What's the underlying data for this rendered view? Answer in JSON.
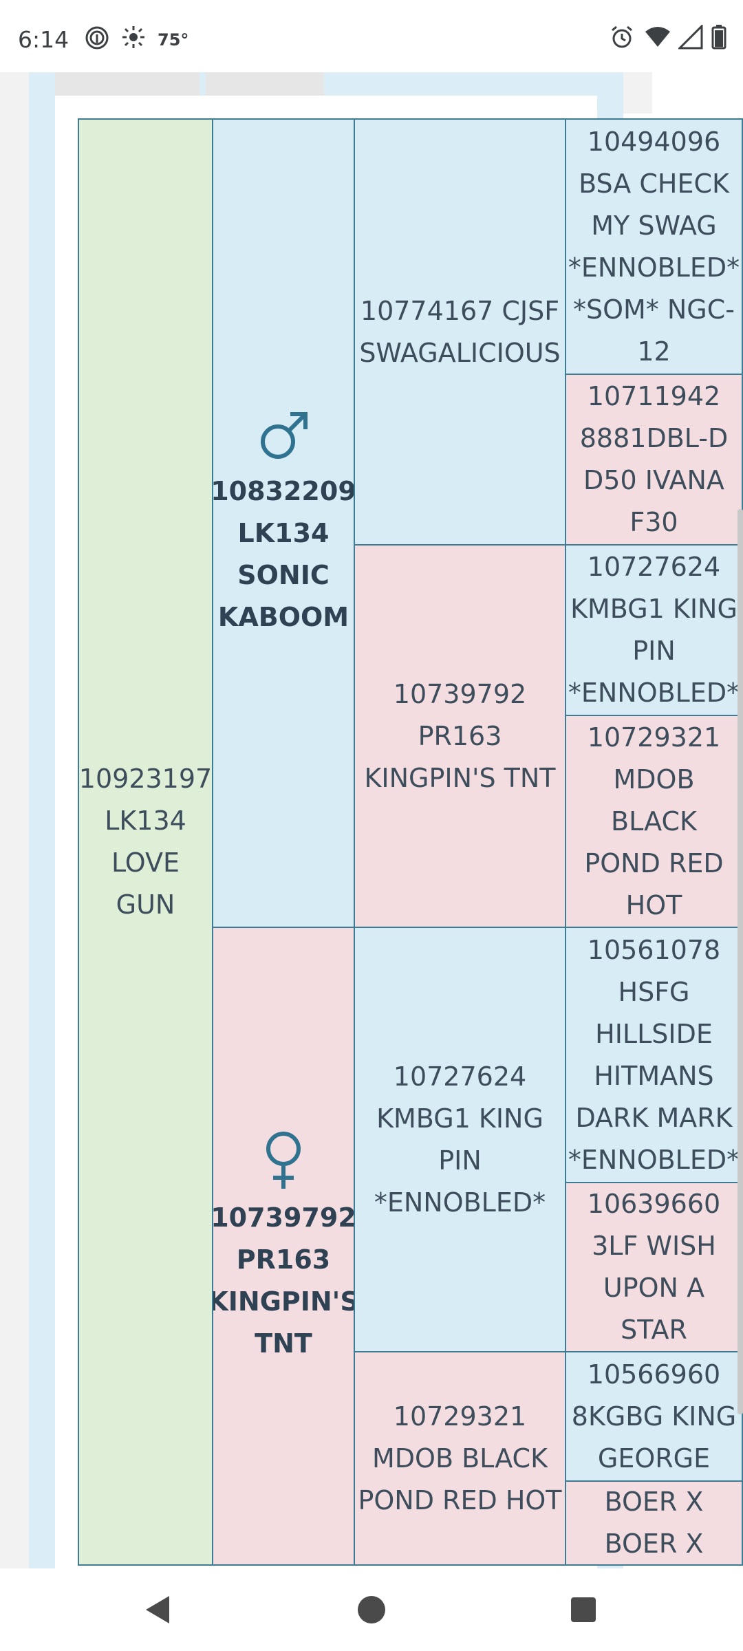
{
  "status_bar": {
    "time": "6:14",
    "temperature": "75°",
    "icons": [
      "fingerprint-icon",
      "sun-icon",
      "alarm-icon",
      "wifi-icon",
      "signal-icon",
      "battery-icon"
    ]
  },
  "pedigree": {
    "subject": {
      "lines": [
        "10923197",
        "LK134",
        "LOVE",
        "GUN"
      ]
    },
    "sire": {
      "symbol": "♂",
      "lines": [
        "10832209",
        "LK134",
        "SONIC",
        "KABOOM"
      ]
    },
    "dam": {
      "symbol": "♀",
      "lines": [
        "10739792",
        "PR163",
        "KINGPIN'S",
        "TNT"
      ]
    },
    "grandparents": [
      {
        "lines": [
          "10774167 CJSF",
          "SWAGALICIOUS"
        ]
      },
      {
        "lines": [
          "10739792",
          "PR163",
          "KINGPIN'S TNT"
        ]
      },
      {
        "lines": [
          "10727624",
          "KMBG1 KING",
          "PIN",
          "*ENNOBLED*"
        ]
      },
      {
        "lines": [
          "10729321",
          "MDOB BLACK",
          "POND RED HOT"
        ]
      }
    ],
    "great_grandparents": [
      {
        "lines": [
          "10494096",
          "BSA CHECK",
          "MY SWAG",
          "*ENNOBLED*",
          "*SOM* NGC-",
          "12"
        ]
      },
      {
        "lines": [
          "10711942",
          "8881DBL-D",
          "D50 IVANA",
          "F30"
        ]
      },
      {
        "lines": [
          "10727624",
          "KMBG1 KING",
          "PIN",
          "*ENNOBLED*"
        ]
      },
      {
        "lines": [
          "10729321",
          "MDOB",
          "BLACK",
          "POND RED",
          "HOT"
        ]
      },
      {
        "lines": [
          "10561078",
          "HSFG",
          "HILLSIDE",
          "HITMANS",
          "DARK MARK",
          "*ENNOBLED*"
        ]
      },
      {
        "lines": [
          "10639660",
          "3LF WISH",
          "UPON A",
          "STAR"
        ]
      },
      {
        "lines": [
          "10566960",
          "8KGBG KING",
          "GEORGE"
        ]
      },
      {
        "lines": [
          "BOER X",
          "BOER X"
        ]
      }
    ]
  },
  "colors": {
    "male_bg": "#d8ecf5",
    "female_bg": "#f3dde0",
    "subject_bg": "#dfeed7",
    "border": "#3f7b93",
    "text": "#3d4d5b"
  }
}
